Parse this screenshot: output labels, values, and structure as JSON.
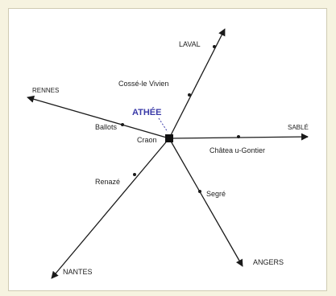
{
  "diagram": {
    "hub_label": "Craon",
    "highlight_label": "ATHÉE",
    "routes": {
      "laval": "LAVAL",
      "rennes": "RENNES",
      "sable": "SABLÉ",
      "angers": "ANGERS",
      "nantes": "NANTES"
    },
    "towns": {
      "cosse": "Cossé-le Vivien",
      "ballots": "Ballots",
      "chateau": "Châtea u-Gontier",
      "renaze": "Renazé",
      "segre": "Segré"
    },
    "colors": {
      "highlight": "#3a3aa8",
      "line": "#1a1a1a",
      "frame_bg": "#f6f3e0",
      "panel_border": "#cfcbb2"
    }
  }
}
